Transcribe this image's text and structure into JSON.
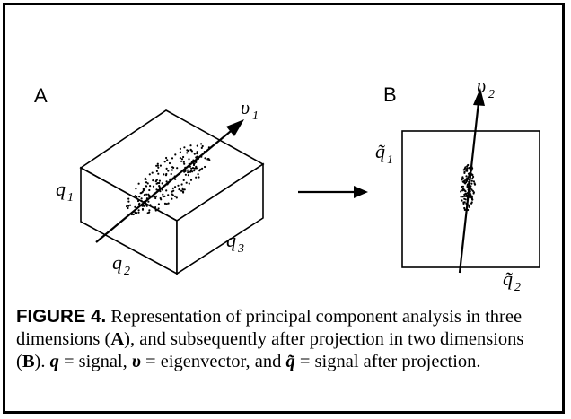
{
  "figure": {
    "panel_a": {
      "label": "A",
      "upsilon_base": "υ",
      "upsilon_sub": "1",
      "q1_base": "q",
      "q1_sub": "1",
      "q2_base": "q",
      "q2_sub": "2",
      "q3_base": "q",
      "q3_sub": "3"
    },
    "panel_b": {
      "label": "B",
      "upsilon_base": "υ",
      "upsilon_sub": "2",
      "qt1_base": "q̃",
      "qt1_sub": "1",
      "qt2_base": "q̃",
      "qt2_sub": "2"
    }
  },
  "caption": {
    "figure_label": "FIGURE 4.",
    "part1": " Representation of principal component analysis in three dimensions (",
    "a": "A",
    "part2": "), and subsequently after projection in two dimensions (",
    "b": "B",
    "part3": "). ",
    "q_sym": "q",
    "part4": " = signal, ",
    "v_sym": "υ",
    "part5": " = eigenvector, and ",
    "qt_sym": "q̃",
    "part6": " = signal after projection."
  }
}
